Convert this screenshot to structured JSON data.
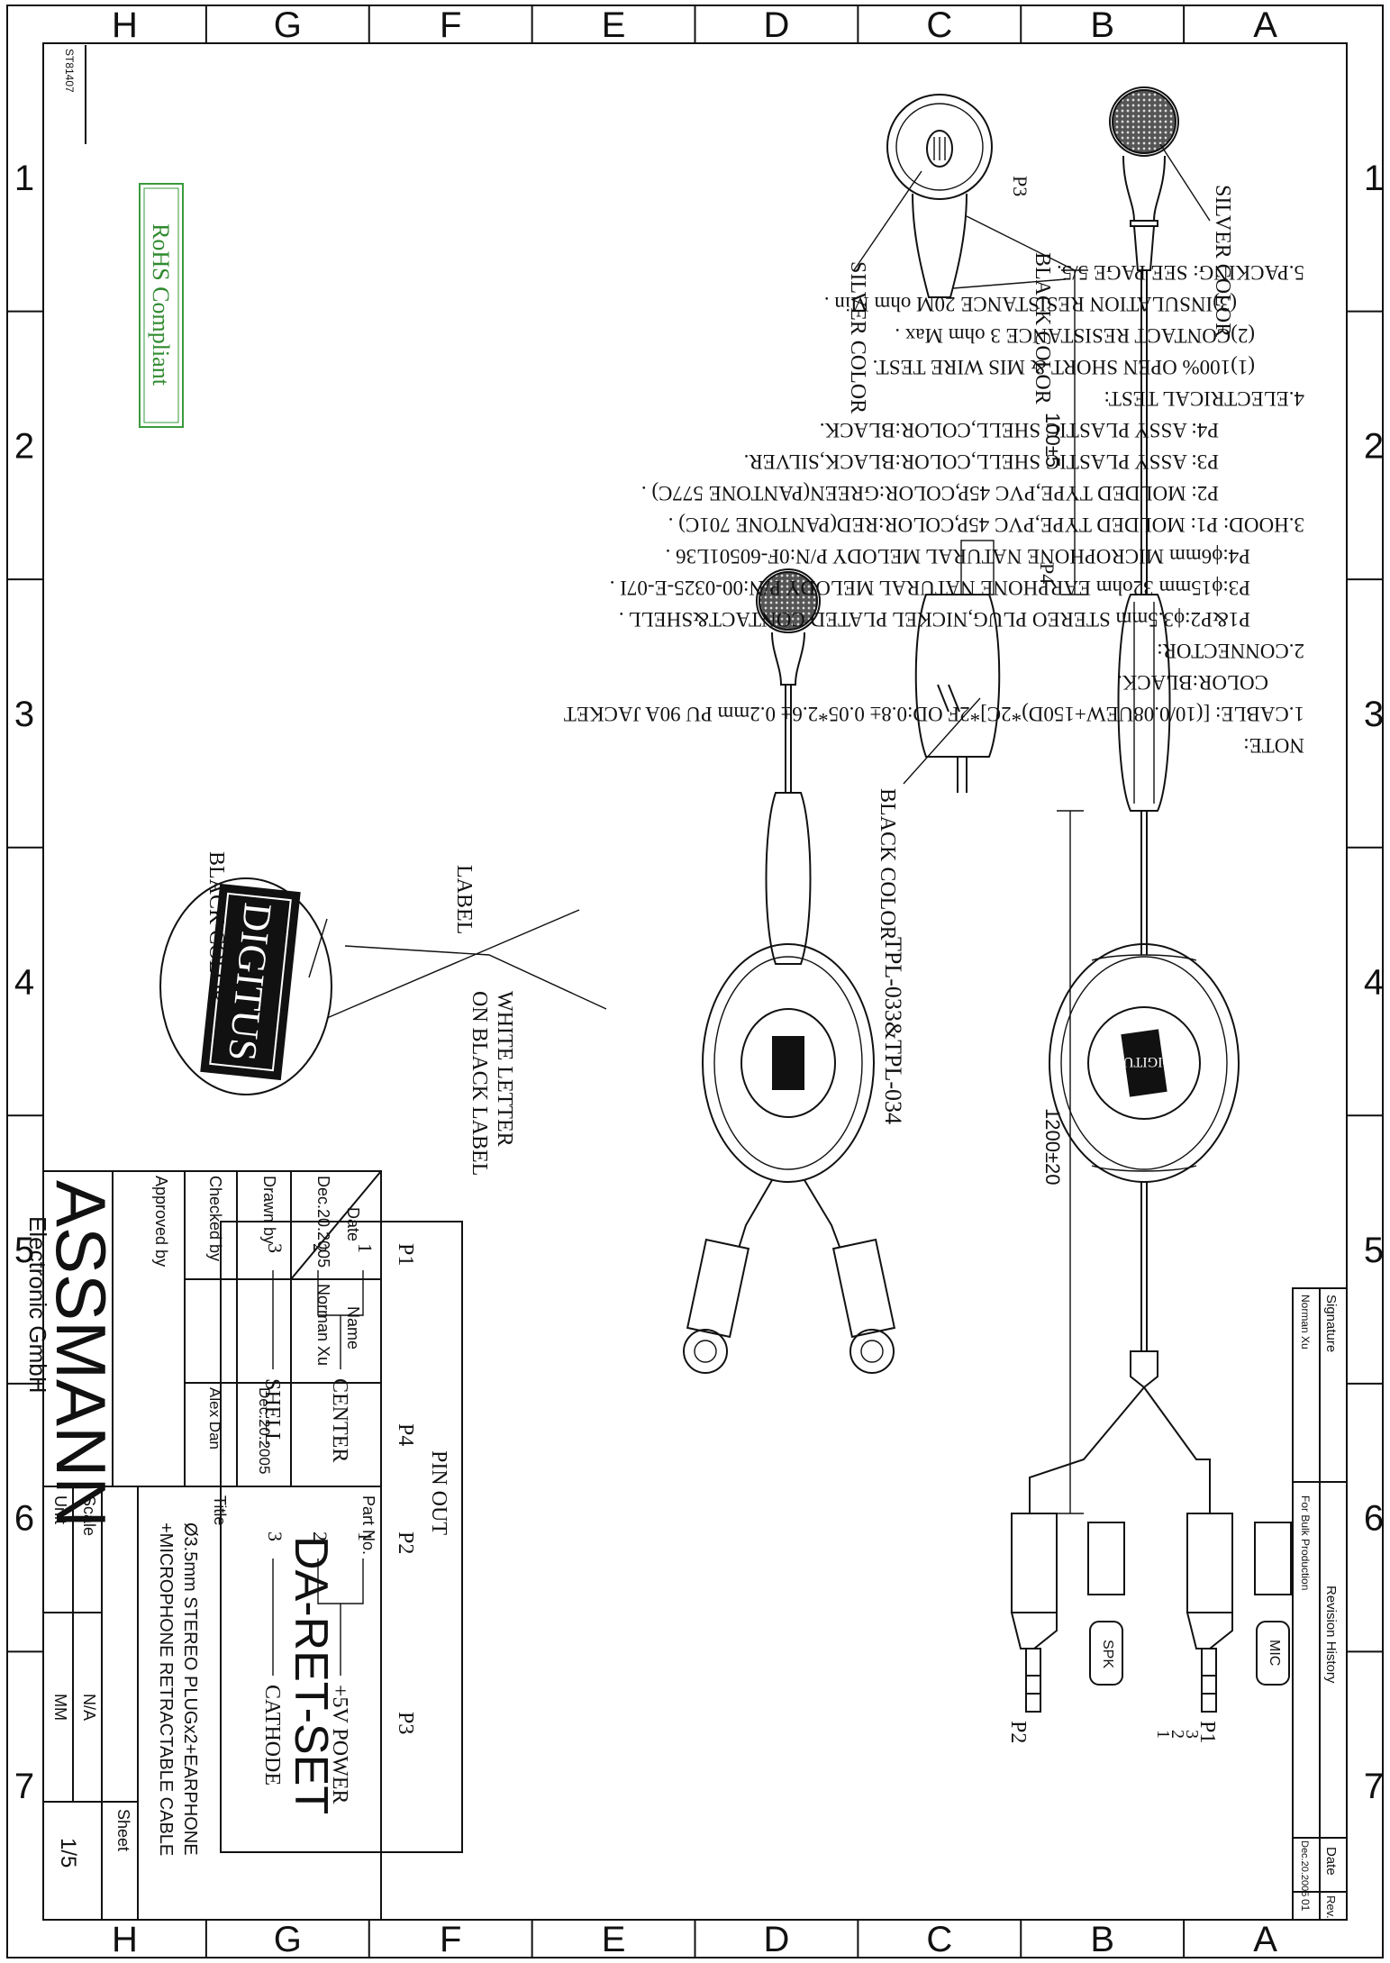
{
  "grid": {
    "columns": [
      "1",
      "2",
      "3",
      "4",
      "5",
      "6",
      "7"
    ],
    "rows": [
      "A",
      "B",
      "C",
      "D",
      "E",
      "F",
      "G",
      "H"
    ]
  },
  "doc_code": "ST81407",
  "callouts": {
    "silver_color_top": "SILVER COLOR",
    "silver_color_lower": "SILVER COLOR",
    "black_color_p3": "BLACK COLOR",
    "p3": "P3",
    "p4": "P4",
    "black_color_p4": "BLACK COLOR",
    "model": "TPL-033&TPL-034",
    "dim_short": "100±5",
    "dim_long": "1200±20",
    "p1": "P1",
    "p2": "P2",
    "mic": "MIC",
    "spk": "SPK",
    "pin1": "1",
    "pin2": "2",
    "pin3": "3",
    "label": "LABEL",
    "white_letter_1": "WHITE LETTER",
    "white_letter_2": "ON BLACK LABEL",
    "black_color_logo": "BLACK COLOR",
    "brand": "DIGITUS"
  },
  "notes": [
    "NOTE:",
    "1.CABLE: [(10/0.08UEW+150D)*2C]*2F OD:0.8± 0.05*2.6± 0.2mm PU 90A JACKET",
    "COLOR:BLACK.",
    "2.CONNECTOR:",
    "P1&P2:ϕ3.5mm STEREO PLUG,NICKEL PLATED CONTACT&SHELL .",
    "P3:ϕ15mm 32ohm EARPHONE NATURAL MELODY P/N:00-0325-E-07I .",
    "P4:ϕ6mm MICROPHONE NATURAL MELODY P/N:0F-60501L36 .",
    "3.HOOD: P1: MOLDED TYPE,PVC 45P,COLOR:RED(PANTONE 701C) .",
    "P2: MOLDED TYPE,PVC 45P,COLOR:GREEN(PANTONE 577C) .",
    "P3: ASSY PLASTIC SHELL,COLOR:BLACK,SILVER.",
    "P4: ASSY PLASTIC SHELL,COLOR:BLACK.",
    "4.ELECTRICAL TEST:",
    "(1)100% OPEN SHORT & MIS WIRE TEST.",
    "(2)CONTACT RESISTANCE 3 ohm Max .",
    "(3)INSULATION RESISTANCE 20M ohm Min .",
    "5.PACKING: SEE PAGE 5/5."
  ],
  "rohs": "RoHS Compliant",
  "pinout": {
    "title": "PIN OUT",
    "headers": [
      "P1",
      "P4",
      "P2",
      "P3"
    ],
    "pins": [
      "1",
      "2",
      "3"
    ],
    "signals": [
      "CENTER",
      "SHELL",
      "+5V POWER",
      "CATHODE"
    ]
  },
  "revision": {
    "headers": [
      "Signature",
      "Revision History",
      "Date",
      "Rev."
    ],
    "row": [
      "Norman Xu",
      "For Bulk Production",
      "Dec.20.2005",
      "01"
    ]
  },
  "titleblock": {
    "date_header": "Date",
    "name_header": "Name",
    "drawn_by": "Drawn by",
    "drawn_date": "Dec.20.2005",
    "drawn_name": "Norman Xu",
    "checked_by": "Checked  by",
    "checked_date": "Dec.20.2005",
    "checked_name": "Alex Dan",
    "approved_by": "Approved by",
    "part_no_label": "Part No.",
    "part_no": "DA-RET-SET",
    "title_label": "Title",
    "title_line1": "Ø3.5mm STEREO PLUGx2+EARPHONE",
    "title_line2": "+MICROPHONE RETRACTABLE CABLE",
    "company": "ASSMANN",
    "company_sub": "Electronic GmbH",
    "scale_label": "Scale",
    "scale_value": "N/A",
    "unit_label": "Unit",
    "unit_value": "MM",
    "sheet_label": "Sheet",
    "sheet_value": "1/5"
  }
}
